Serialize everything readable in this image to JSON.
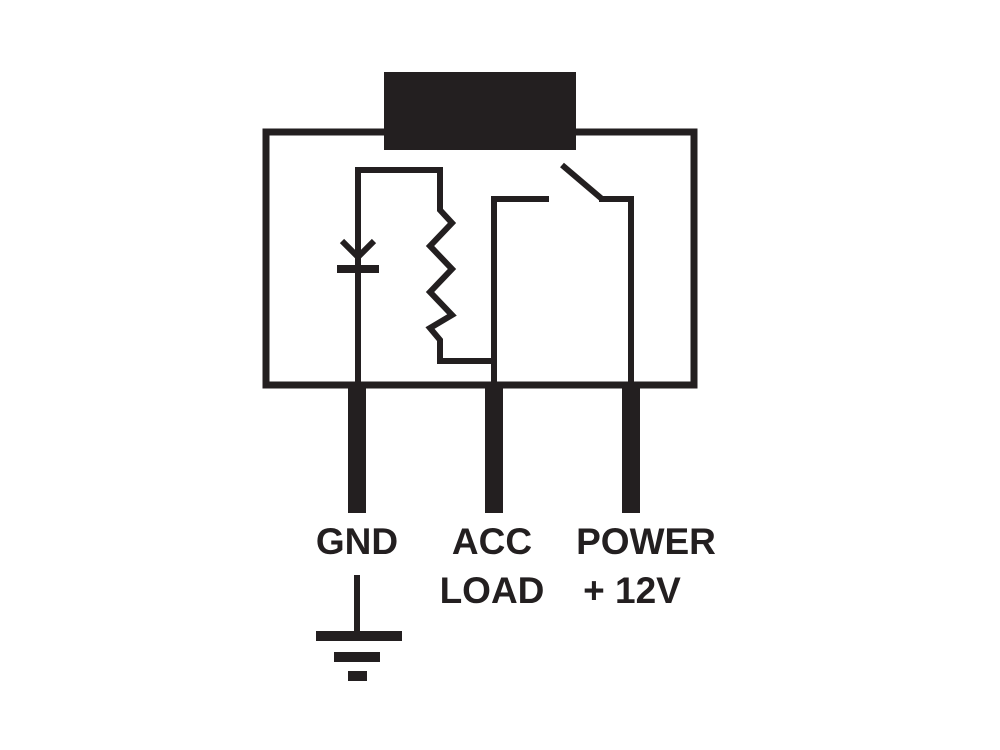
{
  "colors": {
    "ink": "#231f20",
    "background": "#ffffff"
  },
  "pins": {
    "gnd": {
      "label": "GND"
    },
    "acc": {
      "label_line1": "ACC",
      "label_line2": "LOAD"
    },
    "power": {
      "label_line1": "POWER",
      "label_line2": "+ 12V"
    }
  },
  "components": [
    "diode",
    "resistor",
    "switch",
    "ground-symbol"
  ]
}
